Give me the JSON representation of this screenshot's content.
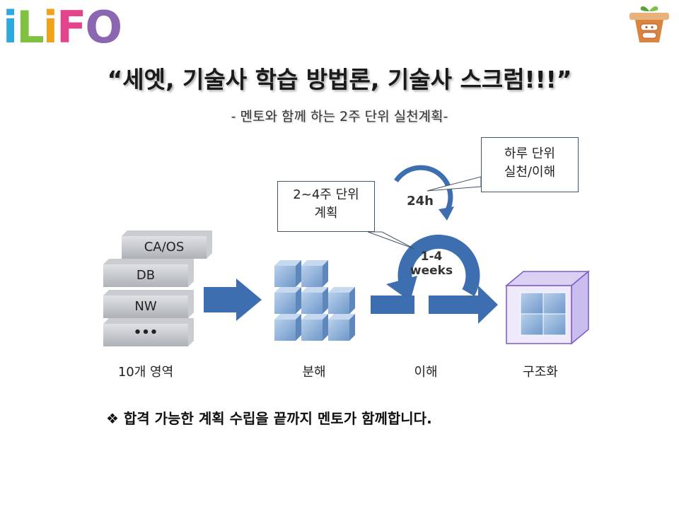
{
  "logo": {
    "letters": [
      "i",
      "L",
      "i",
      "F",
      "O"
    ],
    "colors": [
      "#2ea9df",
      "#7fc241",
      "#f0a21c",
      "#e3458c",
      "#8a67b0"
    ]
  },
  "corner_logo": {
    "name": "아이티윌맨 logo"
  },
  "title": "“세엣, 기술사 학습 방법론, 기술사 스크럼!!!”",
  "subtitle": "- 멘토와 함께 하는 2주 단위 실천계획-",
  "callouts": {
    "daily": [
      "하루 단위",
      "실천/이해"
    ],
    "sprint": [
      "2~4주 단위",
      "계획"
    ]
  },
  "cycle": {
    "daily_label": "24h",
    "sprint_label_1": "1-4",
    "sprint_label_2": "weeks"
  },
  "stack": {
    "items": [
      "CA/OS",
      "DB",
      "NW",
      "•••"
    ]
  },
  "stages": [
    "10개 영역",
    "분해",
    "이해",
    "구조화"
  ],
  "bottom_note": "❖ 합격 가능한 계획 수립을 끝까지 멘토가 함께합니다.",
  "colors": {
    "blue": "#3d6fb0",
    "cube": "#8fb2dc",
    "gray": "#b9bcc1"
  }
}
